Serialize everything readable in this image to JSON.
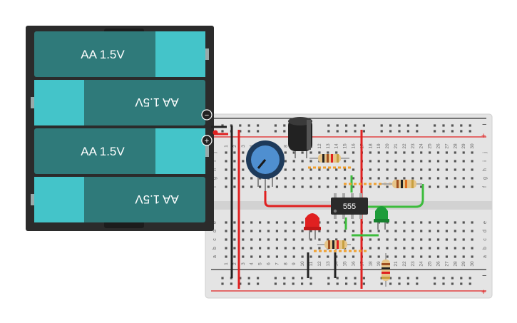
{
  "battery_pack": {
    "cells": [
      {
        "label": "AA 1.5V",
        "orientation": "normal"
      },
      {
        "label": "AA 1.5V",
        "orientation": "flipped"
      },
      {
        "label": "AA 1.5V",
        "orientation": "normal"
      },
      {
        "label": "AA 1.5V",
        "orientation": "flipped"
      }
    ],
    "terminal_negative_symbol": "−",
    "terminal_positive_symbol": "+"
  },
  "breadboard": {
    "columns": [
      "1",
      "2",
      "3",
      "4",
      "5",
      "6",
      "7",
      "8",
      "9",
      "10",
      "11",
      "12",
      "13",
      "14",
      "15",
      "16",
      "17",
      "18",
      "19",
      "20",
      "21",
      "22",
      "23",
      "24",
      "25",
      "26",
      "27",
      "28",
      "29",
      "30"
    ],
    "rows_top": [
      "j",
      "i",
      "h",
      "g",
      "f"
    ],
    "rows_bottom": [
      "e",
      "d",
      "c",
      "b",
      "a"
    ],
    "rail_negative": "−",
    "rail_positive": "+"
  },
  "components": {
    "ic_label": "555"
  },
  "colors": {
    "battery_case": "#2b2b2b",
    "cell_body": "#2f7a7a",
    "cell_end": "#44c4c9",
    "wire_red": "#e02020",
    "wire_black": "#222222",
    "wire_green": "#3cbc3c",
    "led_red": "#e02020",
    "led_green": "#1e9c3a",
    "pot_blue": "#4f8fd0"
  }
}
